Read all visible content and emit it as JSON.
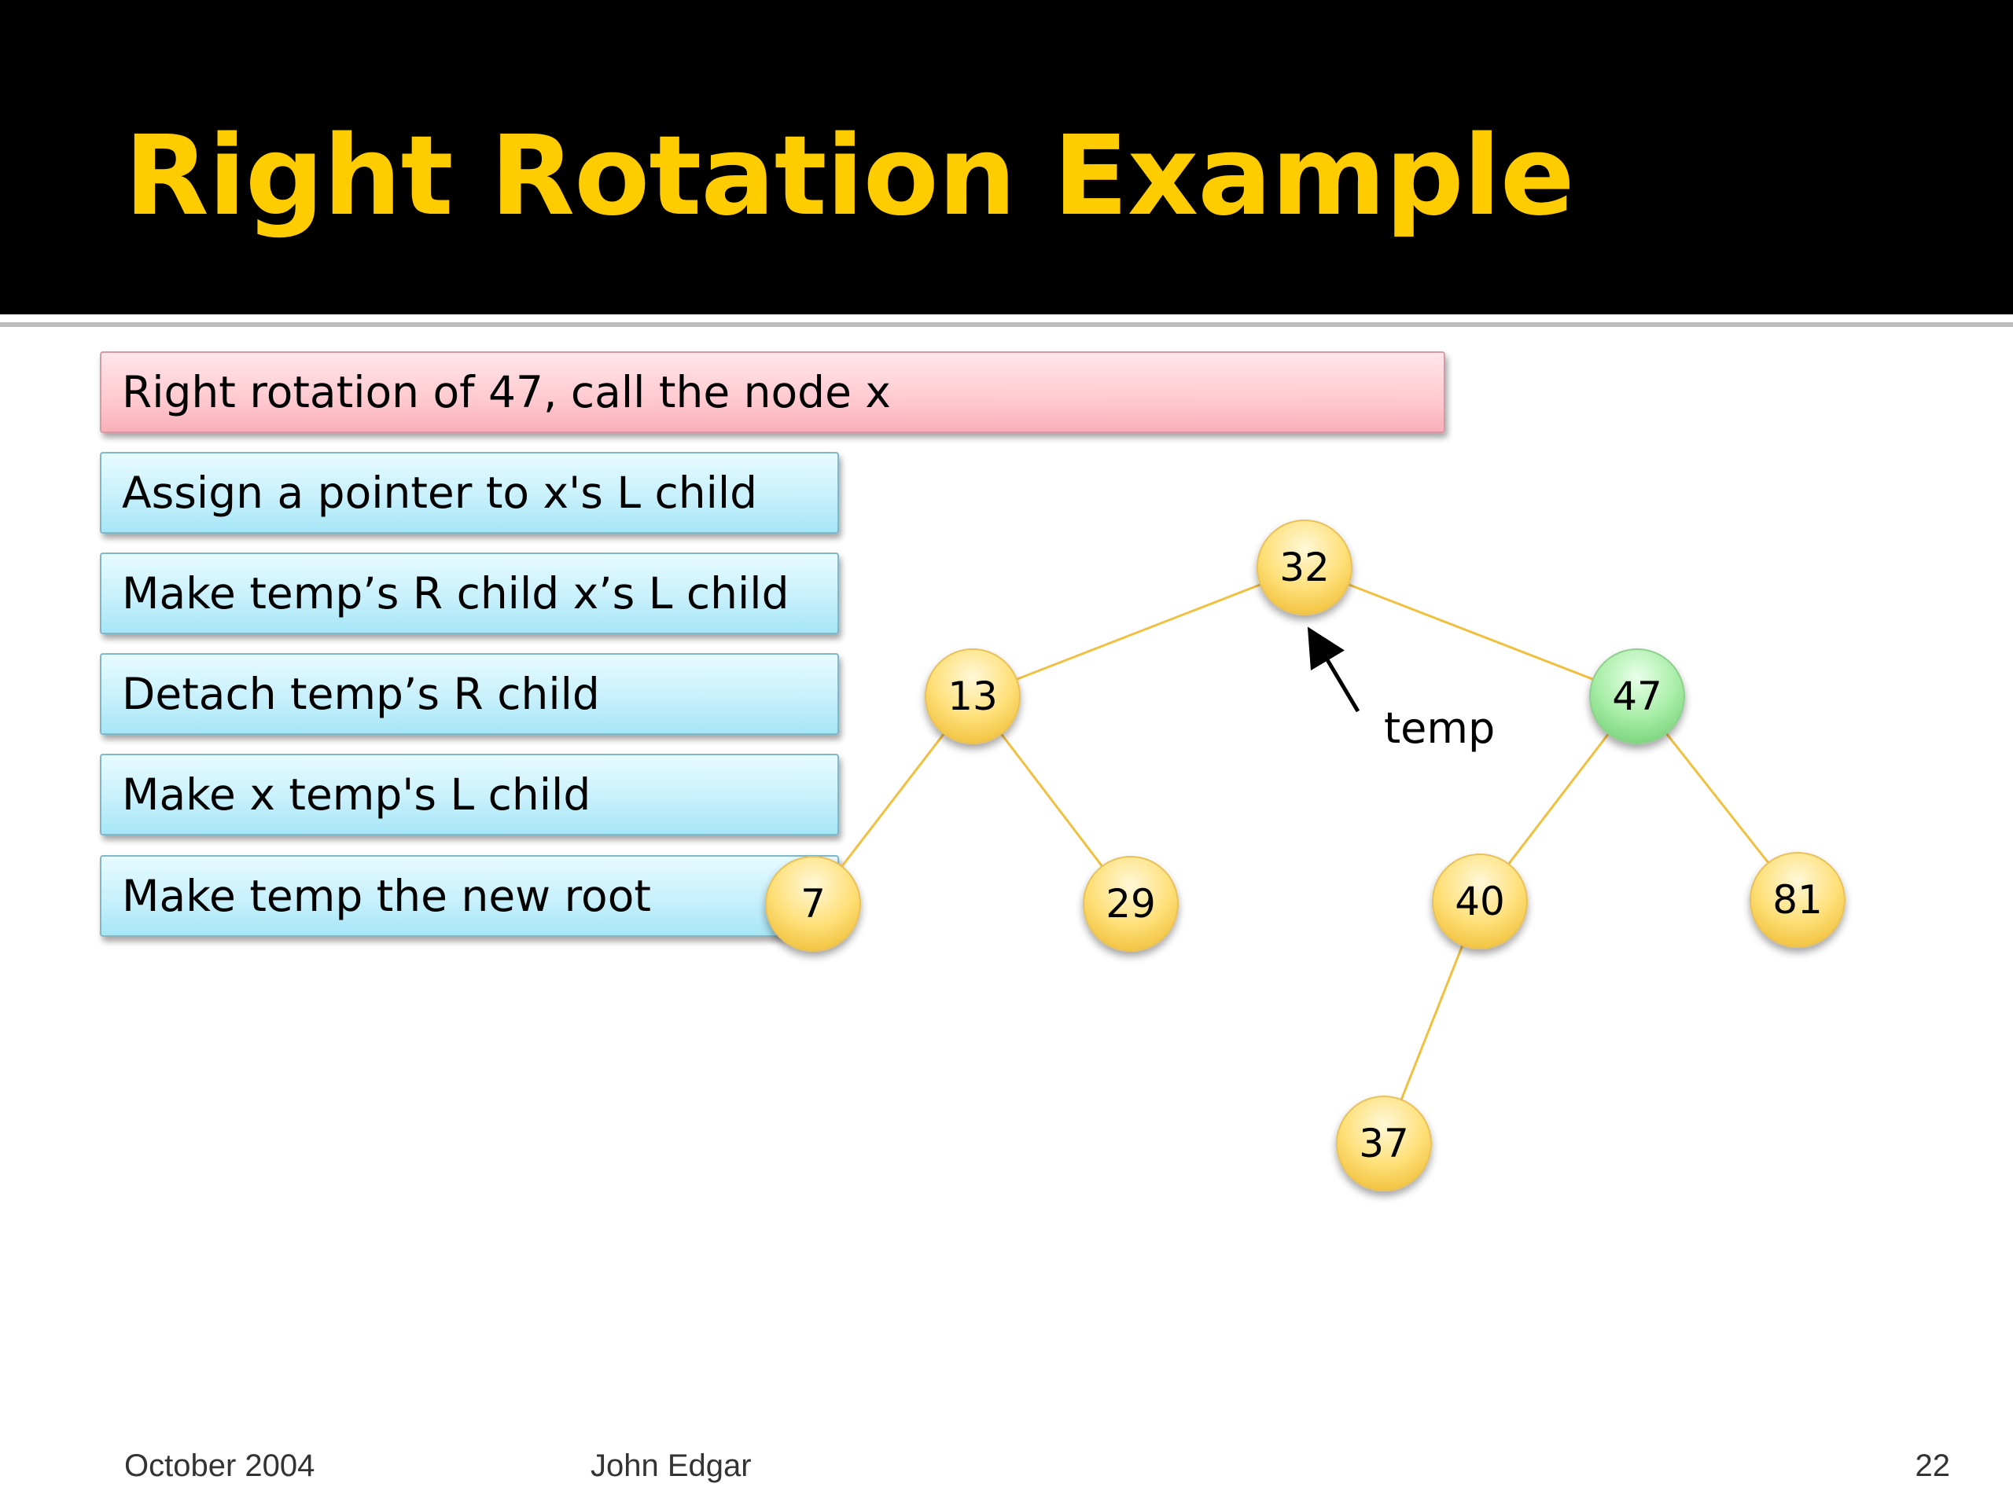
{
  "slide": {
    "title": "Right Rotation Example",
    "steps": [
      {
        "text": "Right rotation of 47, call the node x",
        "color": "#ffc9d0"
      },
      {
        "text": "Assign a pointer to x's L child",
        "color": "#c8f0fc"
      },
      {
        "text": "Make temp’s R child x’s L child",
        "color": "#c8f0fc"
      },
      {
        "text": "Detach temp’s R child",
        "color": "#c8f0fc"
      },
      {
        "text": "Make x temp's L child",
        "color": "#c8f0fc"
      },
      {
        "text": "Make temp the new root",
        "color": "#c8f0fc"
      }
    ]
  },
  "tree": {
    "nodes": [
      {
        "id": "n32",
        "label": "32",
        "highlight": false
      },
      {
        "id": "n13",
        "label": "13",
        "highlight": false
      },
      {
        "id": "n47",
        "label": "47",
        "highlight": true
      },
      {
        "id": "n7",
        "label": "7",
        "highlight": false
      },
      {
        "id": "n29",
        "label": "29",
        "highlight": false
      },
      {
        "id": "n40",
        "label": "40",
        "highlight": false
      },
      {
        "id": "n81",
        "label": "81",
        "highlight": false
      },
      {
        "id": "n37",
        "label": "37",
        "highlight": false
      }
    ],
    "edges": [
      [
        "n32",
        "n13"
      ],
      [
        "n32",
        "n47"
      ],
      [
        "n13",
        "n7"
      ],
      [
        "n13",
        "n29"
      ],
      [
        "n47",
        "n40"
      ],
      [
        "n47",
        "n81"
      ],
      [
        "n40",
        "n37"
      ]
    ],
    "pointer": {
      "label": "temp",
      "target": "n32"
    },
    "colors": {
      "node": "#ffe07a",
      "highlight": "#a8eea8",
      "edge": "#f0c040"
    }
  },
  "footer": {
    "date": "October 2004",
    "author": "John Edgar",
    "page": "22"
  }
}
